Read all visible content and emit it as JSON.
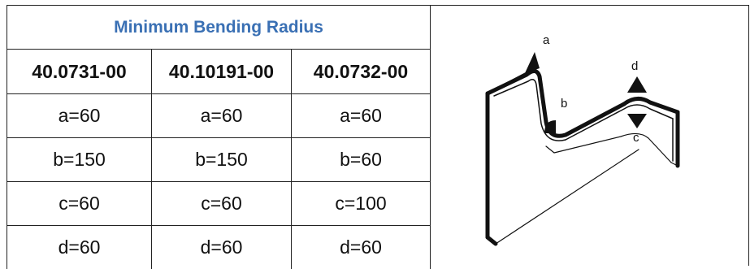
{
  "table": {
    "title": "Minimum Bending Radius",
    "columns": [
      "40.0731-00",
      "40.10191-00",
      "40.0732-00"
    ],
    "rows": [
      [
        "a=60",
        "a=60",
        "a=60"
      ],
      [
        "b=150",
        "b=150",
        "b=60"
      ],
      [
        "c=60",
        "c=60",
        "c=100"
      ],
      [
        "d=60",
        "d=60",
        "d=60"
      ]
    ]
  },
  "figure": {
    "labels": {
      "a": "a",
      "b": "b",
      "c": "c",
      "d": "d"
    }
  }
}
